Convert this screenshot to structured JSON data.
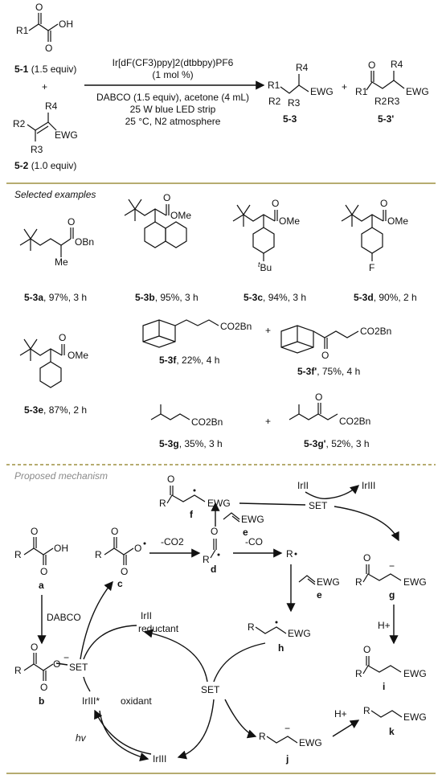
{
  "reaction": {
    "reagent1_label": "5-1",
    "reagent1_amount": "(1.5 equiv)",
    "plus": "+",
    "reagent2_label": "5-2",
    "reagent2_amount": "(1.0 equiv)",
    "catalyst": "Ir[dF(CF3)ppy]2(dtbbpy)PF6",
    "catalyst_loading": "(1 mol %)",
    "base_solvent": "DABCO (1.5 equiv), acetone (4 mL)",
    "light": "25 W blue LED strip",
    "conditions": "25 °C, N2 atmosphere",
    "product1_label": "5-3",
    "product2_label": "5-3'",
    "atoms": {
      "R1": "R1",
      "R2": "R2",
      "R3": "R3",
      "R4": "R4",
      "EWG": "EWG",
      "O": "O",
      "OH": "OH"
    }
  },
  "examples": {
    "heading": "Selected examples",
    "items": [
      {
        "id": "5-3a",
        "yield": "97%, 3 h",
        "group": "OBn",
        "sub": "Me"
      },
      {
        "id": "5-3b",
        "yield": "95%, 3 h",
        "group": "OMe"
      },
      {
        "id": "5-3c",
        "yield": "94%, 3 h",
        "group": "OMe",
        "sub": "tBu"
      },
      {
        "id": "5-3d",
        "yield": "90%, 2 h",
        "group": "OMe",
        "sub": "F"
      },
      {
        "id": "5-3e",
        "yield": "87%, 2 h",
        "group": "OMe"
      },
      {
        "id": "5-3f",
        "yield": "22%, 4 h",
        "group": "CO2Bn"
      },
      {
        "id": "5-3f'",
        "yield": "75%, 4 h",
        "group": "CO2Bn"
      },
      {
        "id": "5-3g",
        "yield": "35%, 3 h",
        "group": "CO2Bn"
      },
      {
        "id": "5-3g'",
        "yield": "52%, 3 h",
        "group": "CO2Bn"
      }
    ]
  },
  "mechanism": {
    "heading": "Proposed mechanism",
    "labels": {
      "a": "a",
      "b": "b",
      "c": "c",
      "d": "d",
      "e": "e",
      "f": "f",
      "g": "g",
      "h": "h",
      "i": "i",
      "j": "j",
      "k": "k"
    },
    "dabco": "DABCO",
    "minus_co2": "-CO2",
    "minus_co": "-CO",
    "set": "SET",
    "ir2": "IrII",
    "ir3": "IrIII",
    "ir3_star": "IrIII*",
    "reductant": "reductant",
    "oxidant": "oxidant",
    "hv": "hv",
    "h_plus": "H+",
    "r_dot": "R",
    "ewg": "EWG",
    "r": "R"
  }
}
